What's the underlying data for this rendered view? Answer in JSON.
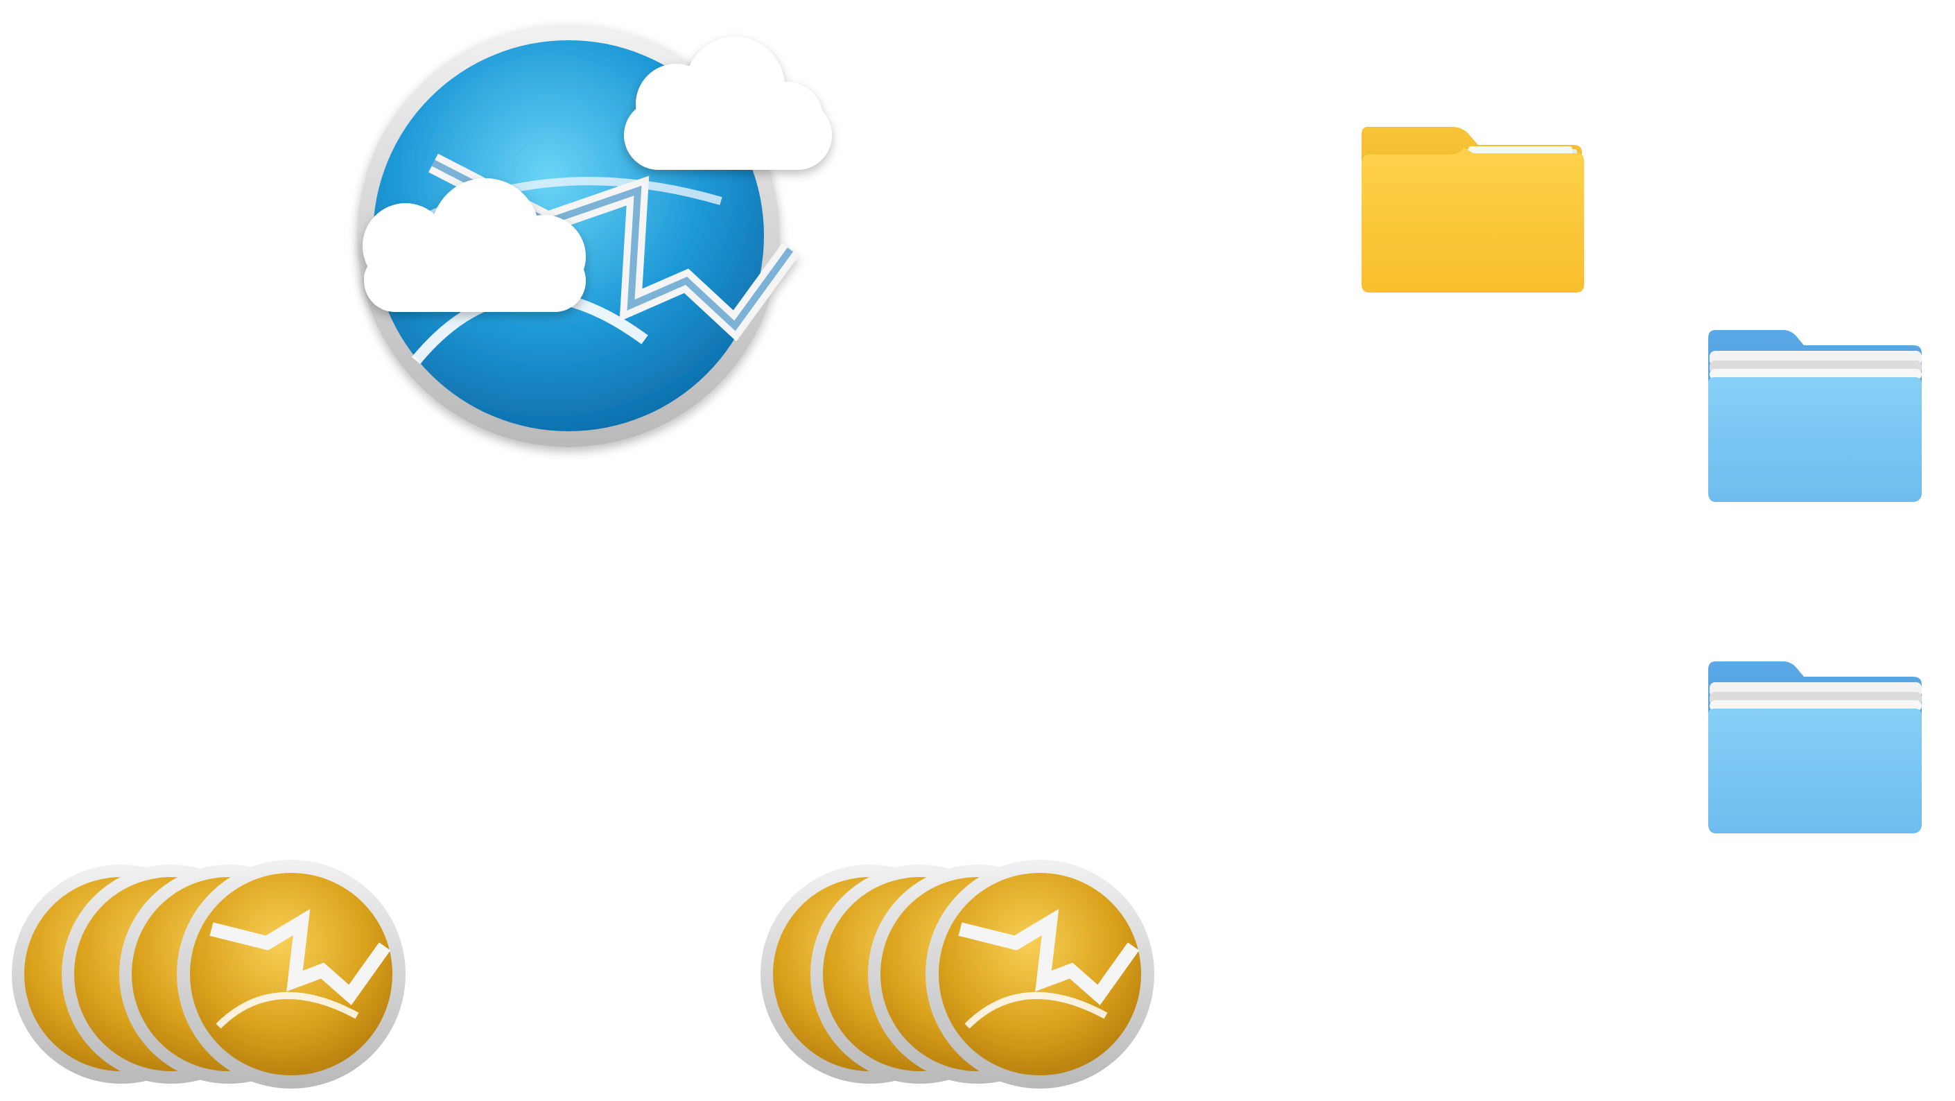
{
  "desktop": {
    "icons": [
      {
        "name": "cloud-globe-icon",
        "kind": "globe-with-clouds",
        "color": "#1e8fd0"
      },
      {
        "name": "yellow-folder-icon",
        "kind": "folder",
        "color": "#fcc93a"
      },
      {
        "name": "blue-folder-stack-icon-1",
        "kind": "folder-stack",
        "color": "#6cbdf0"
      },
      {
        "name": "blue-folder-stack-icon-2",
        "kind": "folder-stack",
        "color": "#6cbdf0"
      },
      {
        "name": "gold-coin-stack-icon-1",
        "kind": "coin-stack",
        "color": "#d9a31c"
      },
      {
        "name": "gold-coin-stack-icon-2",
        "kind": "coin-stack",
        "color": "#d9a31c"
      }
    ]
  }
}
